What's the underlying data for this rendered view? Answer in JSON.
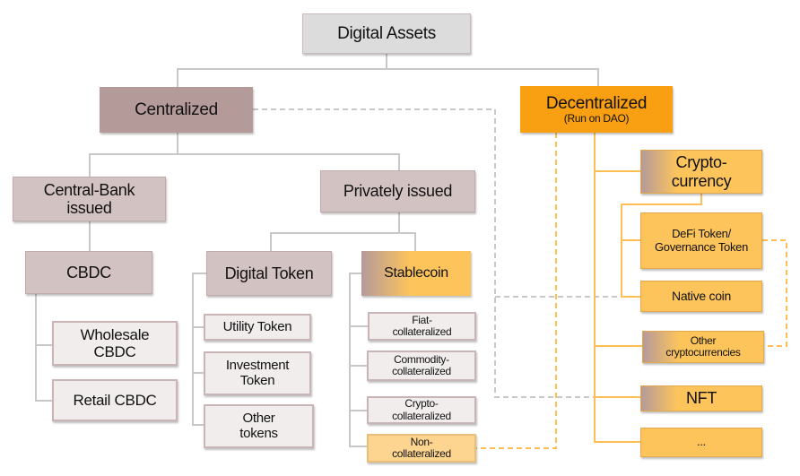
{
  "title": "Digital Assets",
  "centralized": {
    "label": "Centralized",
    "central_bank": {
      "label": "Central-Bank issued",
      "cbdc": "CBDC",
      "children": [
        "Wholesale CBDC",
        "Retail CBDC"
      ]
    },
    "private": {
      "label": "Privately issued",
      "digital_token": {
        "label": "Digital Token",
        "children": [
          "Utility Token",
          "Investment Token",
          "Other tokens"
        ]
      },
      "stablecoin": {
        "label": "Stablecoin",
        "children": [
          "Fiat-collateralized",
          "Commodity-collateralized",
          "Crypto-collateralized",
          "Non-collateralized"
        ]
      }
    }
  },
  "decentralized": {
    "label": "Decentralized",
    "sublabel": "(Run on DAO)",
    "children": [
      "Crypto-currency",
      "DeFi Token/ Governance Token",
      "Native coin",
      "Other cryptocurrencies",
      "NFT",
      "..."
    ]
  },
  "colors": {
    "line_gray": "#c8c8c8",
    "line_orange": "#fdbf55",
    "decentralized": "#f9a012",
    "centralized": "#b59a9a"
  }
}
